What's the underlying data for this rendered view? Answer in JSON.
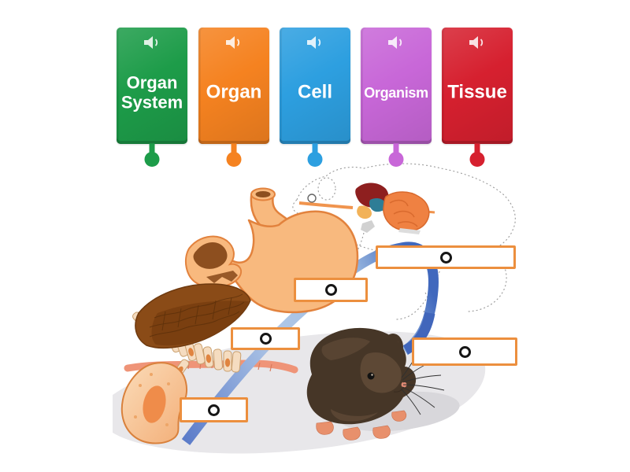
{
  "activity": {
    "kind": "labelled-diagram-drag-drop",
    "cards": [
      {
        "label": "Organ System",
        "color": "#1d9c49",
        "icon": "speaker-icon"
      },
      {
        "label": "Organ",
        "color": "#f58220",
        "icon": "speaker-icon"
      },
      {
        "label": "Cell",
        "color": "#2d9fe0",
        "icon": "speaker-icon"
      },
      {
        "label": "Organism",
        "color": "#c867d8",
        "icon": "speaker-icon"
      },
      {
        "label": "Tissue",
        "color": "#d6202f",
        "icon": "speaker-icon"
      }
    ],
    "drop_zones": [
      {
        "near": "mouse-anatomy-diagram",
        "icon": "circle-ring"
      },
      {
        "near": "stomach-illustration",
        "icon": "circle-ring"
      },
      {
        "near": "tissue-sample",
        "icon": "circle-ring"
      },
      {
        "near": "single-cell",
        "icon": "circle-ring"
      },
      {
        "near": "mouse-animal",
        "icon": "circle-ring"
      }
    ],
    "illustration_items": [
      "stomach",
      "esophagus-section",
      "tissue-sample",
      "single-cell",
      "mouse-anatomy-diagram",
      "mouse-animal",
      "level-arc"
    ]
  },
  "colors": {
    "drop_zone_border": "#ec8f3e",
    "arc_light": "#b0c8e7",
    "arc_dark": "#4068bd",
    "ground_shadow": "#e8e7ea",
    "background": "#ffffff"
  }
}
